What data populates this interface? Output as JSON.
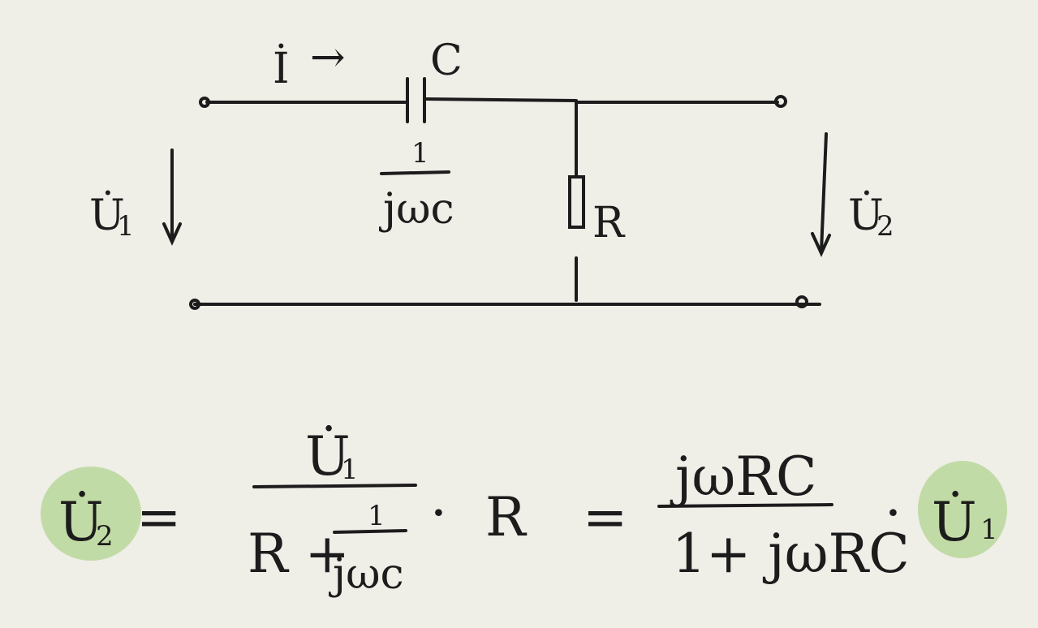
{
  "colors": {
    "paper": "#efeee7",
    "ink": "#1c1c1c",
    "highlight": "#b9d79a"
  },
  "circuit": {
    "current_label": "İ",
    "current_arrow": "→",
    "capacitor_label": "C",
    "capacitor_impedance_num": "1",
    "capacitor_impedance_den": "jωc",
    "resistor_label": "R",
    "input_voltage": {
      "symbol": "U̇",
      "subscript": "1"
    },
    "output_voltage": {
      "symbol": "U̇",
      "subscript": "2"
    }
  },
  "equation": {
    "lhs": {
      "symbol": "U̇",
      "subscript": "2"
    },
    "equals_1": "=",
    "frac1_num": {
      "symbol": "U̇",
      "subscript": "1"
    },
    "frac1_den_left": "R +",
    "frac1_den_small_num": "1",
    "frac1_den_small_den": "jωc",
    "dot_1": "·",
    "times_r": "R",
    "equals_2": "=",
    "frac2_num": "jωRC",
    "frac2_den": "1+ jωRC",
    "dot_2": "·",
    "rhs": {
      "symbol": "U̇",
      "subscript": "1"
    }
  }
}
